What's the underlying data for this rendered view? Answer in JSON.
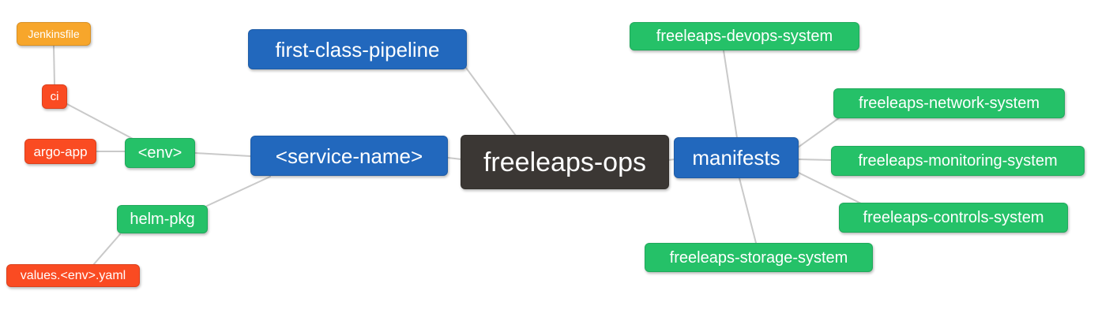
{
  "diagram": {
    "kind": "mindmap",
    "root": "freeleaps-ops"
  },
  "colors": {
    "blue": "#2268BD",
    "green": "#25C168",
    "orange": "#F7A62B",
    "red": "#FA4B22",
    "dark": "#3B3734",
    "edge": "#C9C9C9",
    "node_text": "#FFFFFF",
    "background": "#FFFFFF"
  },
  "nodes": {
    "jenkinsfile": {
      "label": "Jenkinsfile",
      "color": "#F7A62B"
    },
    "ci": {
      "label": "ci",
      "color": "#FA4B22"
    },
    "argo_app": {
      "label": "argo-app",
      "color": "#FA4B22"
    },
    "env": {
      "label": "<env>",
      "color": "#25C168"
    },
    "helm_pkg": {
      "label": "helm-pkg",
      "color": "#25C168"
    },
    "values_env_yaml": {
      "label": "values.<env>.yaml",
      "color": "#FA4B22"
    },
    "first_class_pipeline": {
      "label": "first-class-pipeline",
      "color": "#2268BD"
    },
    "service_name": {
      "label": "<service-name>",
      "color": "#2268BD"
    },
    "freeleaps_ops": {
      "label": "freeleaps-ops",
      "color": "#3B3734"
    },
    "manifests": {
      "label": "manifests",
      "color": "#2268BD"
    },
    "devops_system": {
      "label": "freeleaps-devops-system",
      "color": "#25C168"
    },
    "network_system": {
      "label": "freeleaps-network-system",
      "color": "#25C168"
    },
    "monitoring_system": {
      "label": "freeleaps-monitoring-system",
      "color": "#25C168"
    },
    "controls_system": {
      "label": "freeleaps-controls-system",
      "color": "#25C168"
    },
    "storage_system": {
      "label": "freeleaps-storage-system",
      "color": "#25C168"
    }
  },
  "edges": [
    {
      "from": "jenkinsfile",
      "to": "ci"
    },
    {
      "from": "ci",
      "to": "env"
    },
    {
      "from": "argo_app",
      "to": "env"
    },
    {
      "from": "env",
      "to": "service_name"
    },
    {
      "from": "service_name",
      "to": "helm_pkg"
    },
    {
      "from": "helm_pkg",
      "to": "values_env_yaml"
    },
    {
      "from": "first_class_pipeline",
      "to": "freeleaps_ops"
    },
    {
      "from": "service_name",
      "to": "freeleaps_ops"
    },
    {
      "from": "freeleaps_ops",
      "to": "manifests"
    },
    {
      "from": "manifests",
      "to": "devops_system"
    },
    {
      "from": "manifests",
      "to": "network_system"
    },
    {
      "from": "manifests",
      "to": "monitoring_system"
    },
    {
      "from": "manifests",
      "to": "controls_system"
    },
    {
      "from": "manifests",
      "to": "storage_system"
    }
  ]
}
